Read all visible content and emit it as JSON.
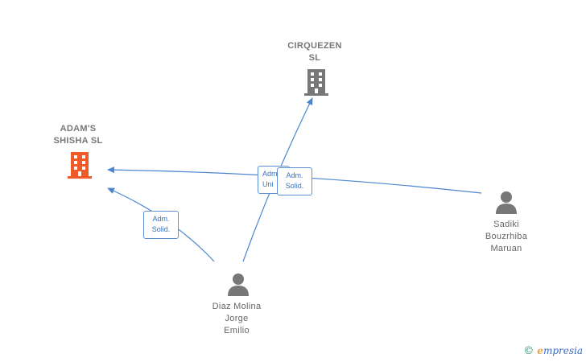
{
  "companies": {
    "adams": {
      "line1": "ADAM'S",
      "line2": "SHISHA  SL",
      "color": "#f05a28"
    },
    "cirquezen": {
      "line1": "CIRQUEZEN",
      "line2": "SL",
      "color": "#777777"
    }
  },
  "persons": {
    "sadiki": {
      "line1": "Sadiki",
      "line2": "Bouzrhiba",
      "line3": "Maruan"
    },
    "diaz": {
      "line1": "Diaz Molina",
      "line2": "Jorge",
      "line3": "Emilio"
    }
  },
  "edge_labels": {
    "diaz_adams": {
      "line1": "Adm.",
      "line2": "Solid."
    },
    "sadiki_adams_partial": {
      "line1": "Adm",
      "line2": "Uni"
    },
    "diaz_cirquezen": {
      "line1": "Adm.",
      "line2": "Solid."
    }
  },
  "brand": {
    "copyright": "©",
    "first_letter": "e",
    "rest": "mpresia"
  },
  "colors": {
    "edge": "#4a86d0",
    "person_icon": "#777777"
  }
}
